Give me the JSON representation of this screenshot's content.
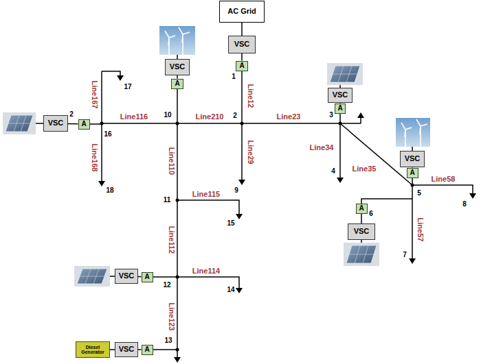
{
  "diagram": {
    "nodes": [
      {
        "text": [
          "AC Grid"
        ]
      },
      {
        "text": [
          "VSC"
        ]
      },
      {
        "text": [
          "A"
        ]
      },
      {
        "text": [
          "VSC"
        ]
      },
      {
        "text": [
          "A"
        ]
      },
      {
        "text": [
          "VSC"
        ]
      },
      {
        "text": [
          "A"
        ]
      },
      {
        "text": [
          "VSC"
        ]
      },
      {
        "text": [
          "A"
        ]
      },
      {
        "text": [
          "VSC"
        ]
      },
      {
        "text": [
          "A"
        ]
      },
      {
        "text": [
          "A"
        ]
      },
      {
        "text": [
          "VSC"
        ]
      },
      {
        "text": [
          "VSC"
        ]
      },
      {
        "text": [
          "A"
        ]
      },
      {
        "text": [
          "Diesel Generator"
        ]
      },
      {
        "text": [
          "VSC"
        ]
      },
      {
        "text": [
          "A"
        ]
      }
    ],
    "edges": [
      {
        "from": 0,
        "to": 1,
        "arrow": "none"
      },
      {
        "from": 1,
        "to": 2,
        "arrow": "none"
      },
      {
        "from": 3,
        "to": 4,
        "arrow": "none"
      },
      {
        "from": 5,
        "to": 6,
        "arrow": "none"
      },
      {
        "from": 7,
        "to": 8,
        "arrow": "none"
      },
      {
        "from": 9,
        "to": 10,
        "arrow": "none"
      },
      {
        "from": 12,
        "to": 11,
        "arrow": "none"
      },
      {
        "from": 13,
        "to": 14,
        "arrow": "none"
      },
      {
        "from": 15,
        "to": 16,
        "arrow": "none"
      },
      {
        "from": 16,
        "to": 17,
        "arrow": "none"
      }
    ],
    "labels": [
      "1",
      "Line12",
      "17",
      "Line167",
      "2",
      "Line116",
      "10",
      "Line210",
      "2",
      "Line23",
      "3",
      "16",
      "Line168",
      "18",
      "Line110",
      "Line29",
      "9",
      "Line34",
      "4",
      "Line35",
      "5",
      "Line58",
      "8",
      "11",
      "Line115",
      "15",
      "6",
      "Line57",
      "7",
      "Line112",
      "Line114",
      "12",
      "14",
      "Line123",
      "13"
    ]
  }
}
